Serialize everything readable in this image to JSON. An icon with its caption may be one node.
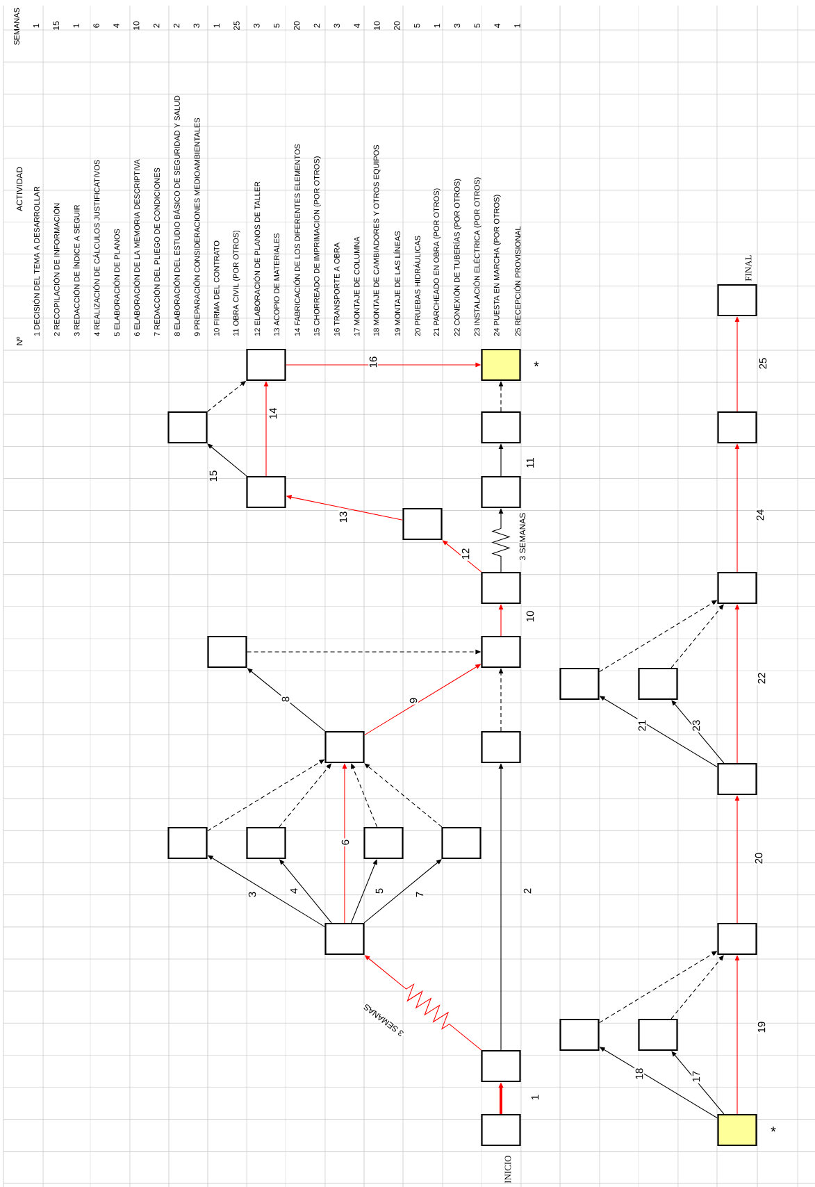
{
  "diagram": {
    "nodes": [
      {
        "text": [
          "INICIO"
        ]
      },
      {
        "text": [],
        "shape": "box"
      },
      {
        "text": [],
        "shape": "box"
      },
      {
        "text": [],
        "shape": "box"
      },
      {
        "text": [],
        "shape": "box"
      },
      {
        "text": [],
        "shape": "box"
      },
      {
        "text": [],
        "shape": "box"
      },
      {
        "text": [],
        "shape": "box"
      },
      {
        "text": [],
        "shape": "box"
      },
      {
        "text": [],
        "shape": "box"
      },
      {
        "text": [],
        "shape": "box"
      },
      {
        "text": [],
        "shape": "box"
      },
      {
        "text": [],
        "shape": "box"
      },
      {
        "text": [],
        "shape": "box"
      },
      {
        "text": [],
        "shape": "box"
      },
      {
        "text": [],
        "shape": "box"
      },
      {
        "text": [],
        "shape": "box"
      },
      {
        "text": [],
        "shape": "box"
      },
      {
        "text": [],
        "shape": "box",
        "beside": [
          "*"
        ]
      },
      {
        "text": [],
        "shape": "box",
        "beside": [
          "*"
        ]
      },
      {
        "text": [],
        "shape": "box"
      },
      {
        "text": [],
        "shape": "box"
      },
      {
        "text": [],
        "shape": "box"
      },
      {
        "text": [],
        "shape": "box"
      },
      {
        "text": [],
        "shape": "box"
      },
      {
        "text": [],
        "shape": "box"
      },
      {
        "text": [],
        "shape": "box"
      },
      {
        "text": [],
        "shape": "box"
      },
      {
        "text": [
          "FINAL"
        ]
      }
    ],
    "edges": [
      {
        "from": 0,
        "to": 1,
        "arrow": "to",
        "label": "1",
        "color": "#ff0000",
        "style": "thick"
      },
      {
        "from": 1,
        "to": 8,
        "arrow": "to",
        "label": "2"
      },
      {
        "from": 1,
        "to": 2,
        "arrow": "to",
        "label": "3 SEMANAS",
        "color": "#ff0000"
      },
      {
        "from": 2,
        "to": 3,
        "arrow": "to",
        "label": "3"
      },
      {
        "from": 2,
        "to": 4,
        "arrow": "to",
        "label": "4"
      },
      {
        "from": 2,
        "to": 7,
        "arrow": "to",
        "label": "6",
        "color": "#ff0000"
      },
      {
        "from": 2,
        "to": 5,
        "arrow": "to",
        "label": "5"
      },
      {
        "from": 2,
        "to": 6,
        "arrow": "to",
        "label": "7"
      },
      {
        "from": 3,
        "to": 7,
        "arrow": "to",
        "style": "dashed"
      },
      {
        "from": 4,
        "to": 7,
        "arrow": "to",
        "style": "dashed"
      },
      {
        "from": 5,
        "to": 7,
        "arrow": "to",
        "style": "dashed"
      },
      {
        "from": 6,
        "to": 7,
        "arrow": "to",
        "style": "dashed"
      },
      {
        "from": 8,
        "to": 10,
        "arrow": "to",
        "style": "dashed"
      },
      {
        "from": 7,
        "to": 9,
        "arrow": "to",
        "label": "8"
      },
      {
        "from": 7,
        "to": 10,
        "arrow": "to",
        "label": "9",
        "color": "#ff0000"
      },
      {
        "from": 9,
        "to": 10,
        "arrow": "to",
        "style": "dashed"
      },
      {
        "from": 10,
        "to": 11,
        "arrow": "to",
        "label": "10",
        "color": "#ff0000"
      },
      {
        "from": 11,
        "to": 12,
        "arrow": "to",
        "label": "12",
        "color": "#ff0000"
      },
      {
        "from": 11,
        "to": 13,
        "arrow": "to",
        "label": "3 SEMANAS"
      },
      {
        "from": 12,
        "to": 14,
        "arrow": "to",
        "label": "13",
        "color": "#ff0000"
      },
      {
        "from": 13,
        "to": 17,
        "arrow": "to",
        "label": "11"
      },
      {
        "from": 14,
        "to": 15,
        "arrow": "to",
        "label": "15"
      },
      {
        "from": 14,
        "to": 16,
        "arrow": "to",
        "label": "14",
        "color": "#ff0000"
      },
      {
        "from": 15,
        "to": 16,
        "arrow": "to",
        "style": "dashed"
      },
      {
        "from": 16,
        "to": 18,
        "arrow": "to",
        "label": "16",
        "color": "#ff0000"
      },
      {
        "from": 17,
        "to": 18,
        "arrow": "to",
        "style": "dashed"
      },
      {
        "from": 19,
        "to": 20,
        "arrow": "to",
        "label": "18"
      },
      {
        "from": 19,
        "to": 21,
        "arrow": "to",
        "label": "17"
      },
      {
        "from": 19,
        "to": 22,
        "arrow": "to",
        "label": "19",
        "color": "#ff0000"
      },
      {
        "from": 20,
        "to": 22,
        "arrow": "to",
        "style": "dashed"
      },
      {
        "from": 21,
        "to": 22,
        "arrow": "to",
        "style": "dashed"
      },
      {
        "from": 22,
        "to": 23,
        "arrow": "to",
        "label": "20",
        "color": "#ff0000"
      },
      {
        "from": 23,
        "to": 24,
        "arrow": "to",
        "label": "21"
      },
      {
        "from": 23,
        "to": 25,
        "arrow": "to",
        "label": "23"
      },
      {
        "from": 23,
        "to": 26,
        "arrow": "to",
        "label": "22",
        "color": "#ff0000"
      },
      {
        "from": 24,
        "to": 26,
        "arrow": "to",
        "style": "dashed"
      },
      {
        "from": 25,
        "to": 26,
        "arrow": "to",
        "style": "dashed"
      },
      {
        "from": 26,
        "to": 27,
        "arrow": "to",
        "label": "24",
        "color": "#ff0000"
      },
      {
        "from": 27,
        "to": 28,
        "arrow": "to",
        "label": "25",
        "color": "#ff0000"
      }
    ],
    "labels": [
      "Nº",
      "ACTIVIDAD",
      "SEMANAS",
      "1 DECISIÓN DEL TEMA A DESARROLLAR",
      "1",
      "2 RECOPILACIÓN DE INFORMACIÓN",
      "15",
      "3 REDACCIÓN DE ÍNDICE A SEGUIR",
      "1",
      "4 REALIZACIÓN DE CÁLCULOS JUSTIFICATIVOS",
      "6",
      "5 ELABORACIÓN DE PLANOS",
      "4",
      "6 ELABORACIÓN DE LA MEMORIA DESCRIPTIVA",
      "10",
      "7 REDACCIÓN DEL PLIEGO DE CONDICIONES",
      "2",
      "8 ELABORACIÓN DEL ESTUDIO BÁSICO DE SEGURIDAD Y SALUD",
      "2",
      "9 PREPARACIÓN CONSIDERACIONES MEDIOAMBIENTALES",
      "3",
      "10 FIRMA DEL CONTRATO",
      "1",
      "11 OBRA CIVIL (POR OTROS)",
      "25",
      "12 ELABORACIÓN DE PLANOS DE TALLER",
      "3",
      "13 ACOPIO DE MATERIALES",
      "5",
      "14 FABRICACIÓN DE LOS DIFERENTES ELEMENTOS",
      "20",
      "15 CHORREADO DE IMPRIMACIÓN (POR OTROS)",
      "2",
      "16 TRANSPORTE A OBRA",
      "3",
      "17 MONTAJE DE COLUMNA",
      "4",
      "18 MONTAJE DE CAMBIADORES Y OTROS EQUIPOS",
      "10",
      "19 MONTAJE DE LAS LÍNEAS",
      "20",
      "20 PRUEBAS HIDRÁULICAS",
      "5",
      "21 PARCHEADO EN OBRA (POR OTROS)",
      "1",
      "22 CONEXIÓN DE TUBERÍAS (POR OTROS)",
      "3",
      "23 INSTALACIÓN ELÉCTRICA (POR OTROS)",
      "5",
      "24 PUESTA EN MARCHA (POR OTROS)",
      "4",
      "25 RECEPCIÓN PROVISIONAL",
      "1"
    ]
  }
}
